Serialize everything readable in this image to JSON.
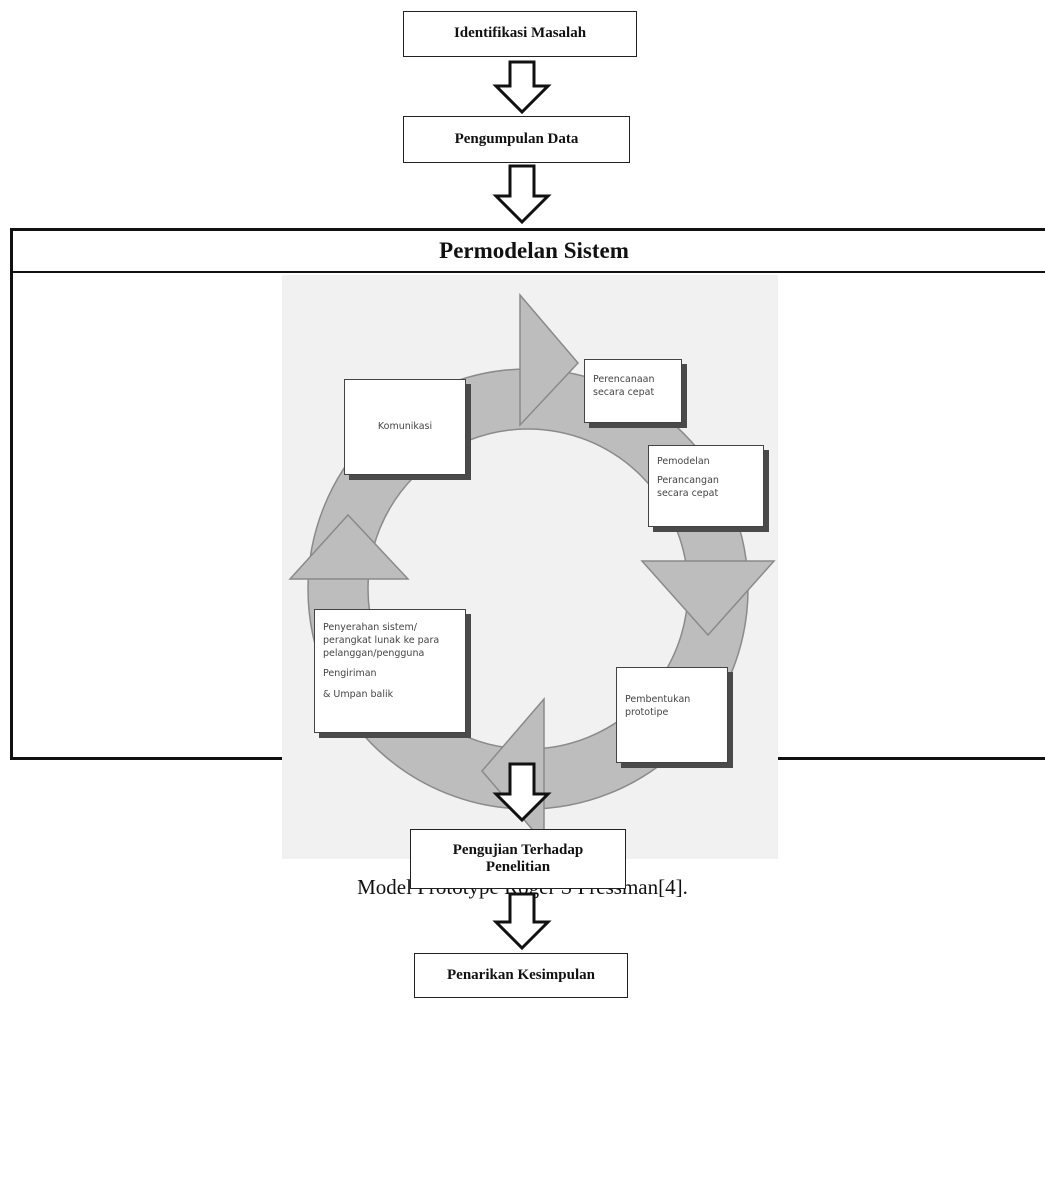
{
  "flow": {
    "step1": "Identifikasi Masalah",
    "step2": "Pengumpulan Data",
    "container_title": "Permodelan Sistem",
    "step4_line1": "Pengujian Terhadap",
    "step4_line2": "Penelitian",
    "step5": "Penarikan Kesimpulan"
  },
  "prototype_cycle": {
    "komunikasi": "Komunikasi",
    "perencanaan_line1": "Perencanaan",
    "perencanaan_line2": "secara cepat",
    "pemodelan_line1": "Pemodelan",
    "pemodelan_line2": "Perancangan",
    "pemodelan_line3": "secara cepat",
    "pembentukan_line1": "Pembentukan",
    "pembentukan_line2": "prototipe",
    "penyerahan_line1": "Penyerahan sistem/",
    "penyerahan_line2": "perangkat lunak ke para",
    "penyerahan_line3": "pelanggan/pengguna",
    "penyerahan_line4": "Pengiriman",
    "penyerahan_line5": "& Umpan balik",
    "caption": "Model Prototype Roger S Pressman[4]."
  },
  "colors": {
    "ring": "#bdbdbd",
    "ring_outline": "#8a8a8a",
    "background_texture": "#f1f1f1",
    "line": "#111111"
  }
}
